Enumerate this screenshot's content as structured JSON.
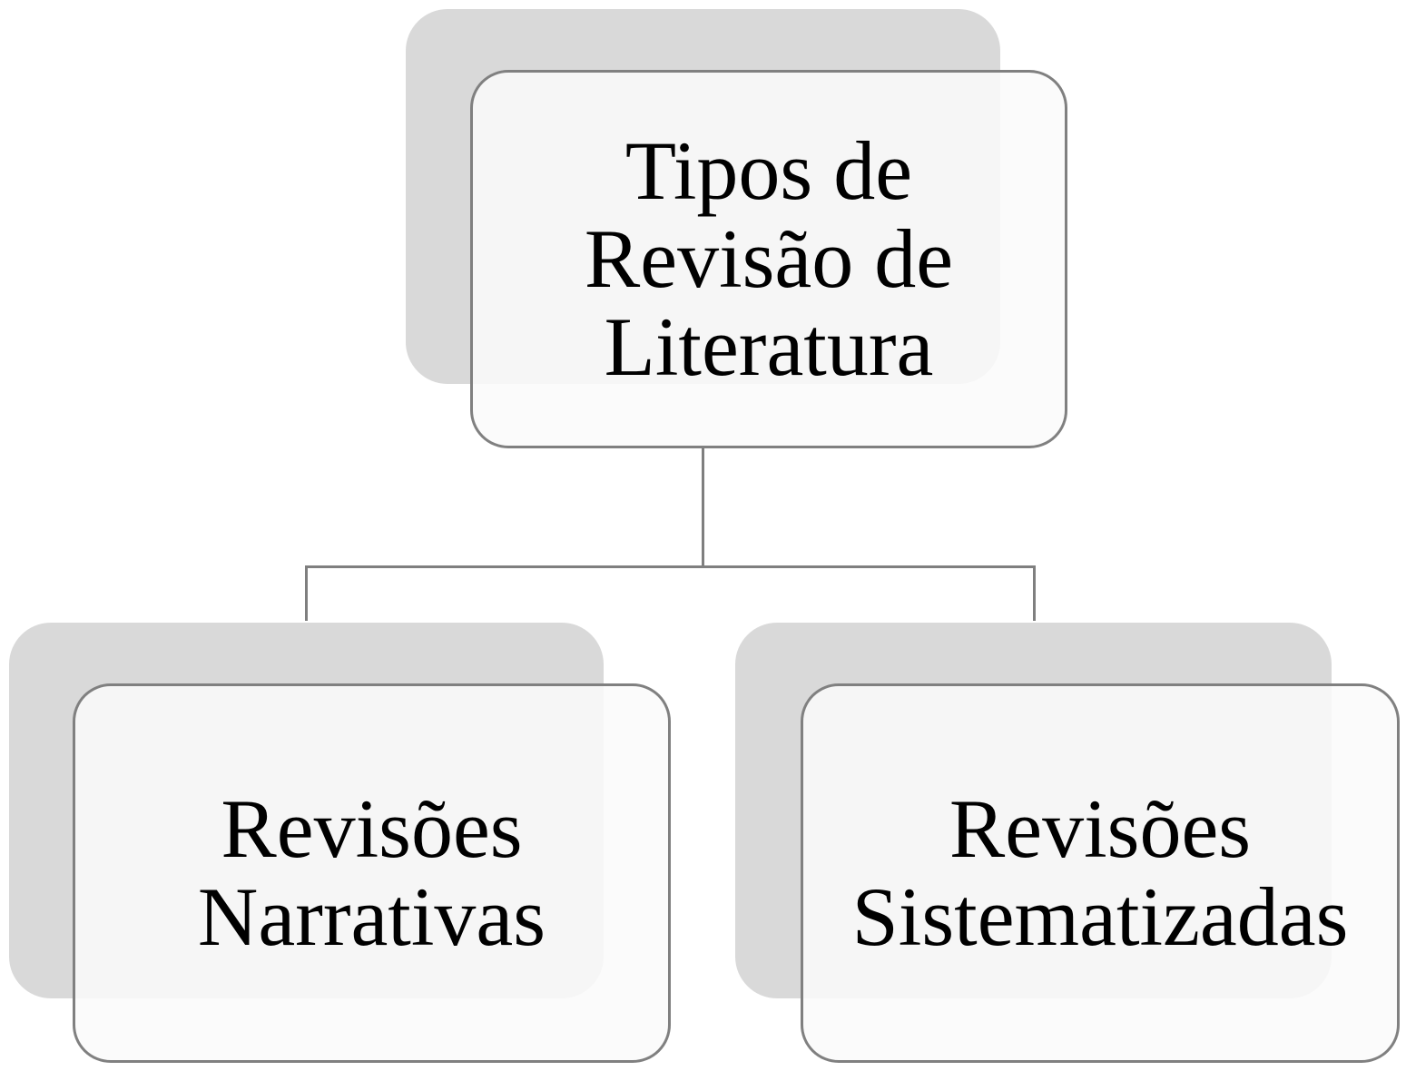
{
  "diagram": {
    "root": {
      "label": "Tipos de\nRevisão de\nLiteratura"
    },
    "children": [
      {
        "label": "Revisões\nNarrativas"
      },
      {
        "label": "Revisões\nSistematizadas"
      }
    ],
    "colors": {
      "shadow": "#d9d9d9",
      "card_fill": "#fafafa",
      "card_border": "#808080",
      "connector": "#7f7f7f",
      "text": "#000000"
    }
  }
}
